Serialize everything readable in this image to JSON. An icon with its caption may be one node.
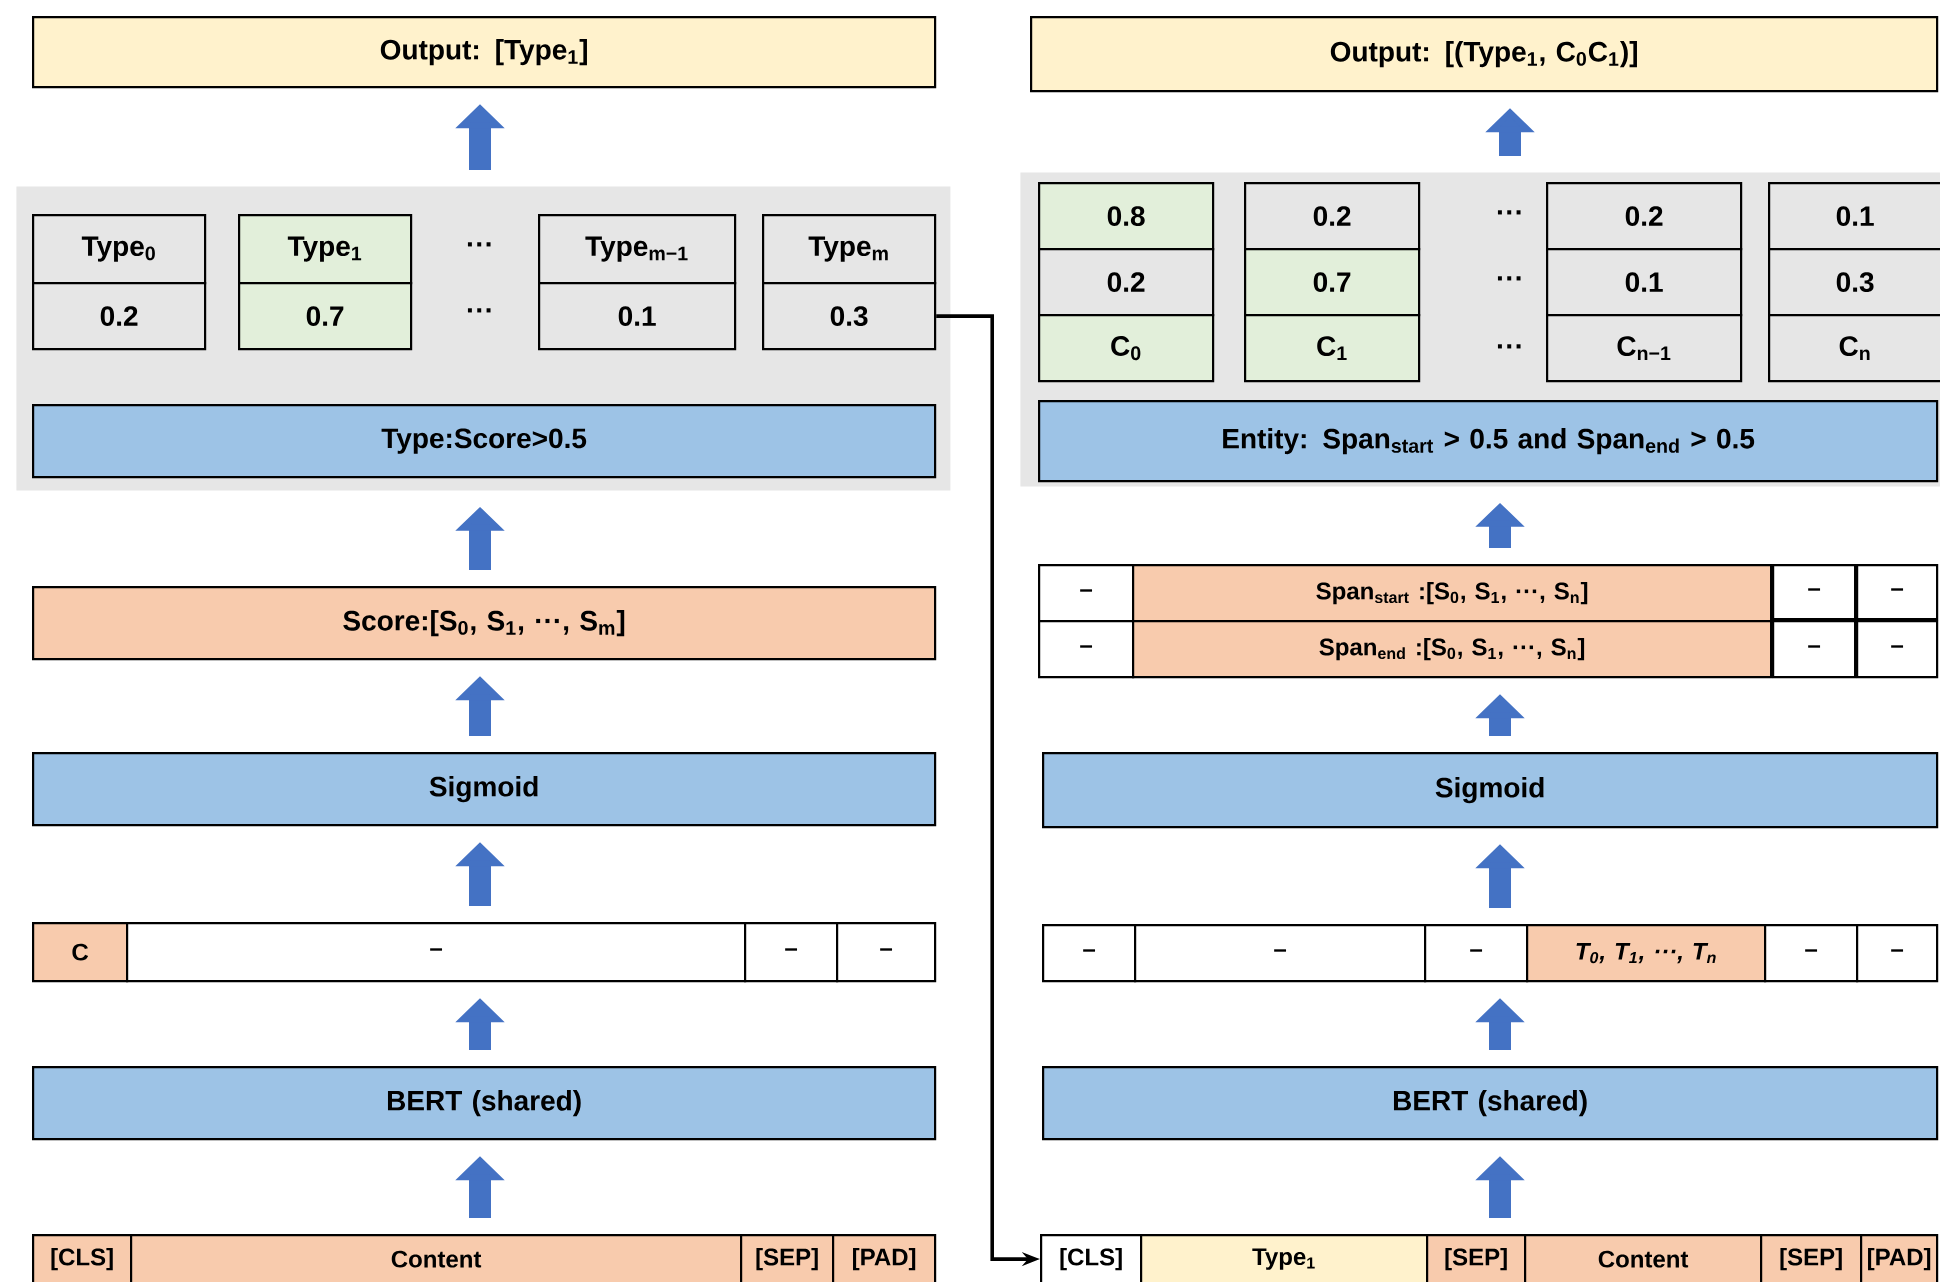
{
  "diagram": {
    "nodes": [
      {
        "text": [
          "Output: [Type$_{1}$]"
        ]
      },
      {
        "text": [],
        "shape": "box"
      },
      {
        "text": [
          "Type$_{0}$"
        ],
        "in": 1
      },
      {
        "text": [
          "Type$_{1}$"
        ],
        "in": 1
      },
      {
        "text": [
          "Type$_{m−1}$"
        ],
        "in": 1
      },
      {
        "text": [
          "Type$_{m}$"
        ],
        "in": 1
      },
      {
        "text": [
          "0.2"
        ],
        "in": 1
      },
      {
        "text": [
          "0.7"
        ],
        "in": 1
      },
      {
        "text": [
          "0.1"
        ],
        "in": 1
      },
      {
        "text": [
          "0.3"
        ],
        "in": 1
      },
      {
        "text": [
          "Type:Score>0.5"
        ],
        "in": 1
      },
      {
        "text": [
          "Score:[S$_{0}$, S$_{1}$, ···, S$_{m}$]"
        ]
      },
      {
        "text": [
          "Sigmoid"
        ]
      },
      {
        "text": [
          "C"
        ]
      },
      {
        "text": [
          "–"
        ]
      },
      {
        "text": [
          "–"
        ]
      },
      {
        "text": [
          "–"
        ]
      },
      {
        "text": [
          "BERT (shared)"
        ]
      },
      {
        "text": [
          "[CLS]"
        ]
      },
      {
        "text": [
          "Content"
        ]
      },
      {
        "text": [
          "[SEP]"
        ]
      },
      {
        "text": [
          "[PAD]"
        ]
      },
      {
        "text": [
          "Output: [(Type$_{1}$, C$_{0}$C$_{1}$)]"
        ]
      },
      {
        "text": [],
        "shape": "box"
      },
      {
        "text": [
          "0.8"
        ],
        "in": 23
      },
      {
        "text": [
          "0.2"
        ],
        "in": 23
      },
      {
        "text": [
          "0.2"
        ],
        "in": 23
      },
      {
        "text": [
          "0.1"
        ],
        "in": 23
      },
      {
        "text": [
          "0.2"
        ],
        "in": 23
      },
      {
        "text": [
          "0.7"
        ],
        "in": 23
      },
      {
        "text": [
          "0.1"
        ],
        "in": 23
      },
      {
        "text": [
          "0.3"
        ],
        "in": 23
      },
      {
        "text": [
          "C$_{0}$"
        ],
        "in": 23
      },
      {
        "text": [
          "C$_{1}$"
        ],
        "in": 23
      },
      {
        "text": [
          "C$_{n−1}$"
        ],
        "in": 23
      },
      {
        "text": [
          "C$_{n}$"
        ],
        "in": 23
      },
      {
        "text": [
          "Entity: Span$_{start}$ > 0.5 and Span$_{end}$ > 0.5"
        ],
        "in": 23
      },
      {
        "text": [
          "–"
        ]
      },
      {
        "text": [
          "Span$_{start}$ :[S$_{0}$, S$_{1}$, ···, S$_{n}$]"
        ]
      },
      {
        "text": [
          "–"
        ]
      },
      {
        "text": [
          "–"
        ]
      },
      {
        "text": [
          "–"
        ]
      },
      {
        "text": [
          "Span$_{end}$ :[S$_{0}$, S$_{1}$, ···, S$_{n}$]"
        ]
      },
      {
        "text": [
          "–"
        ]
      },
      {
        "text": [
          "–"
        ]
      },
      {
        "text": [
          "Sigmoid"
        ]
      },
      {
        "text": [
          "–"
        ]
      },
      {
        "text": [
          "–"
        ]
      },
      {
        "text": [
          "–"
        ]
      },
      {
        "text": [
          "T$_{0}$, T$_{1}$, ···, T$_{n}$"
        ]
      },
      {
        "text": [
          "–"
        ]
      },
      {
        "text": [
          "–"
        ]
      },
      {
        "text": [
          "BERT (shared)"
        ]
      },
      {
        "text": [
          "[CLS]"
        ]
      },
      {
        "text": [
          "Type$_{1}$"
        ]
      },
      {
        "text": [
          "[SEP]"
        ]
      },
      {
        "text": [
          "Content"
        ]
      },
      {
        "text": [
          "[SEP]"
        ]
      },
      {
        "text": [
          "[PAD]"
        ]
      }
    ],
    "edges": [
      {
        "from": 19,
        "to": 17,
        "arrow": "to"
      },
      {
        "from": 17,
        "to": 14,
        "arrow": "to"
      },
      {
        "from": 14,
        "to": 12,
        "arrow": "to"
      },
      {
        "from": 12,
        "to": 11,
        "arrow": "to"
      },
      {
        "from": 11,
        "to": 1,
        "arrow": "to"
      },
      {
        "from": 1,
        "to": 0,
        "arrow": "to"
      },
      {
        "from": 9,
        "to": 53,
        "arrow": "to",
        "color": "#000000"
      },
      {
        "from": 55,
        "to": 52,
        "arrow": "to"
      },
      {
        "from": 52,
        "to": 48,
        "arrow": "to"
      },
      {
        "from": 48,
        "to": 45,
        "arrow": "to"
      },
      {
        "from": 45,
        "to": 42,
        "arrow": "to"
      },
      {
        "from": 38,
        "to": 23,
        "arrow": "to"
      },
      {
        "from": 23,
        "to": 22,
        "arrow": "to"
      }
    ],
    "labels": [
      "···",
      "···",
      "···",
      "···",
      "···"
    ]
  }
}
